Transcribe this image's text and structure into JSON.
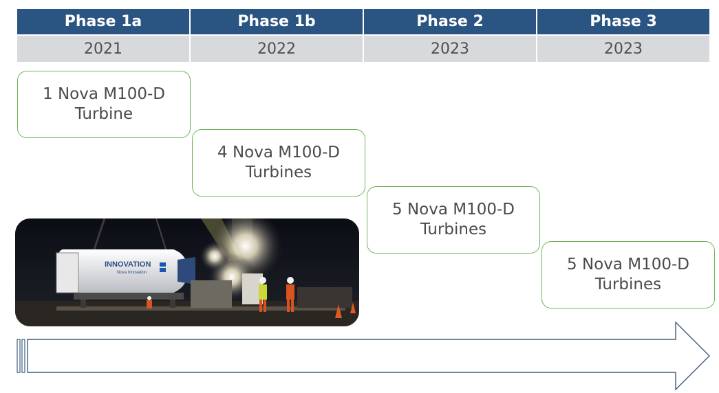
{
  "phases": [
    {
      "name": "Phase 1a",
      "year": "2021",
      "description": "1 Nova M100-D Turbine"
    },
    {
      "name": "Phase 1b",
      "year": "2022",
      "description": "4 Nova M100-D Turbines"
    },
    {
      "name": "Phase 2",
      "year": "2023",
      "description": "5 Nova M100-D Turbines"
    },
    {
      "name": "Phase 3",
      "year": "2023",
      "description": "5 Nova M100-D Turbines"
    }
  ],
  "photo": {
    "turbine_text": "INNOVATION",
    "turbine_subtext": "Nova Innovation"
  },
  "colors": {
    "header_blue": "#2a5482",
    "subheader_gray": "#d8d9dc",
    "box_border_green": "#6fb35a",
    "arrow_outline": "#3d5a7a"
  }
}
